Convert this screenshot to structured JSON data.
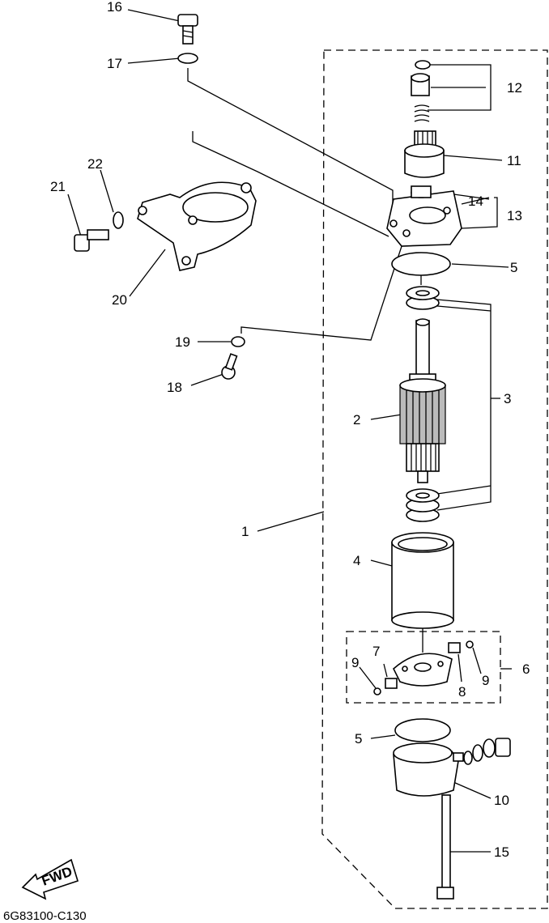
{
  "labels": {
    "p1": "1",
    "p2": "2",
    "p3": "3",
    "p4": "4",
    "p5a": "5",
    "p5b": "5",
    "p6": "6",
    "p7": "7",
    "p8": "8",
    "p9a": "9",
    "p9b": "9",
    "p10": "10",
    "p11": "11",
    "p12": "12",
    "p13": "13",
    "p14": "14",
    "p15": "15",
    "p16": "16",
    "p17": "17",
    "p18": "18",
    "p19": "19",
    "p20": "20",
    "p21": "21",
    "p22": "22"
  },
  "fwd_text": "FWD",
  "drawing_code": "6G83100-C130"
}
